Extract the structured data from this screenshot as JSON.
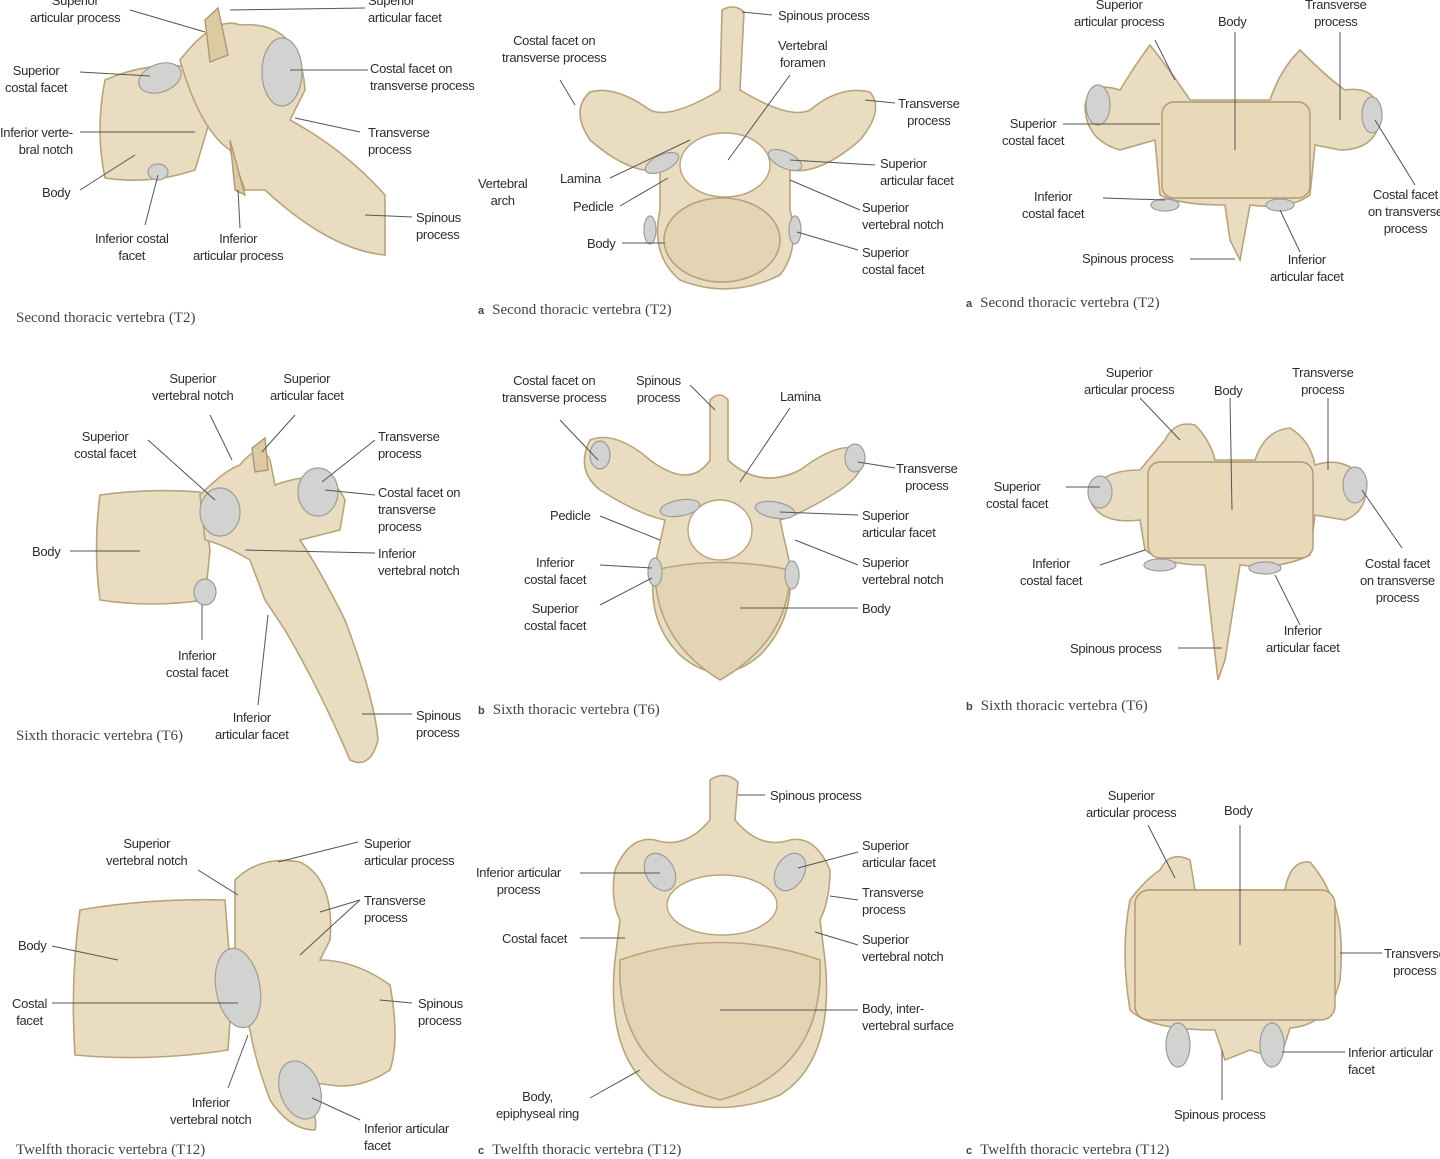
{
  "panels": [
    {
      "id": "t2-lateral",
      "caption": "Second thoracic vertebra (T2)",
      "caption_letter": "",
      "labels": [
        "Superior\narticular process",
        "Superior\narticular facet",
        "Superior\ncostal facet",
        "Costal facet on\ntransverse process",
        "Inferior verte-\nbral notch",
        "Transverse\nprocess",
        "Body",
        "Spinous\nprocess",
        "Inferior costal\nfacet",
        "Inferior\narticular process"
      ]
    },
    {
      "id": "t2-superior",
      "caption": "Second thoracic vertebra (T2)",
      "caption_letter": "a",
      "labels": [
        "Spinous process",
        "Costal facet on\ntransverse process",
        "Vertebral\nforamen",
        "Transverse\nprocess",
        "Vertebral\narch",
        "Lamina",
        "Pedicle",
        "Superior\narticular facet",
        "Superior\nvertebral notch",
        "Body",
        "Superior\ncostal facet"
      ]
    },
    {
      "id": "t2-anterior",
      "caption": "Second thoracic vertebra (T2)",
      "caption_letter": "a",
      "labels": [
        "Superior\narticular process",
        "Body",
        "Transverse\nprocess",
        "Superior\ncostal facet",
        "Inferior\ncostal facet",
        "Costal facet\non transverse\nprocess",
        "Spinous process",
        "Inferior\narticular facet"
      ]
    },
    {
      "id": "t6-lateral",
      "caption": "Sixth thoracic vertebra (T6)",
      "caption_letter": "",
      "labels": [
        "Superior\nvertebral notch",
        "Superior\narticular facet",
        "Superior\ncostal facet",
        "Transverse\nprocess",
        "Costal facet on\ntransverse\nprocess",
        "Body",
        "Inferior\nvertebral notch",
        "Inferior\ncostal facet",
        "Inferior\narticular facet",
        "Spinous\nprocess"
      ]
    },
    {
      "id": "t6-superior",
      "caption": "Sixth thoracic vertebra (T6)",
      "caption_letter": "b",
      "labels": [
        "Costal facet on\ntransverse process",
        "Spinous\nprocess",
        "Lamina",
        "Transverse\nprocess",
        "Pedicle",
        "Superior\narticular facet",
        "Inferior\ncostal facet",
        "Superior\nvertebral notch",
        "Superior\ncostal facet",
        "Body"
      ]
    },
    {
      "id": "t6-anterior",
      "caption": "Sixth thoracic vertebra (T6)",
      "caption_letter": "b",
      "labels": [
        "Superior\narticular process",
        "Body",
        "Transverse\nprocess",
        "Superior\ncostal facet",
        "Inferior\ncostal facet",
        "Costal facet\non transverse\nprocess",
        "Inferior\narticular facet",
        "Spinous process"
      ]
    },
    {
      "id": "t12-lateral",
      "caption": "Twelfth thoracic vertebra (T12)",
      "caption_letter": "",
      "labels": [
        "Superior\nvertebral notch",
        "Superior\narticular process",
        "Transverse\nprocess",
        "Body",
        "Costal\nfacet",
        "Spinous\nprocess",
        "Inferior\nvertebral notch",
        "Inferior articular\nfacet"
      ]
    },
    {
      "id": "t12-superior",
      "caption": "Twelfth thoracic vertebra (T12)",
      "caption_letter": "c",
      "labels": [
        "Spinous process",
        "Inferior articular\nprocess",
        "Superior\narticular facet",
        "Transverse\nprocess",
        "Costal facet",
        "Superior\nvertebral notch",
        "Body, inter-\nvertebral surface",
        "Body,\nepiphyseal ring"
      ]
    },
    {
      "id": "t12-anterior",
      "caption": "Twelfth thoracic vertebra (T12)",
      "caption_letter": "c",
      "labels": [
        "Superior\narticular process",
        "Body",
        "Transverse\nprocess",
        "Inferior articular\nfacet",
        "Spinous process"
      ]
    }
  ],
  "colors": {
    "bone": "#e9dcc0",
    "bone_shadow": "#dccaa3",
    "facet": "#d2d3d0",
    "leader": "#555555",
    "background": "#ffffff"
  }
}
